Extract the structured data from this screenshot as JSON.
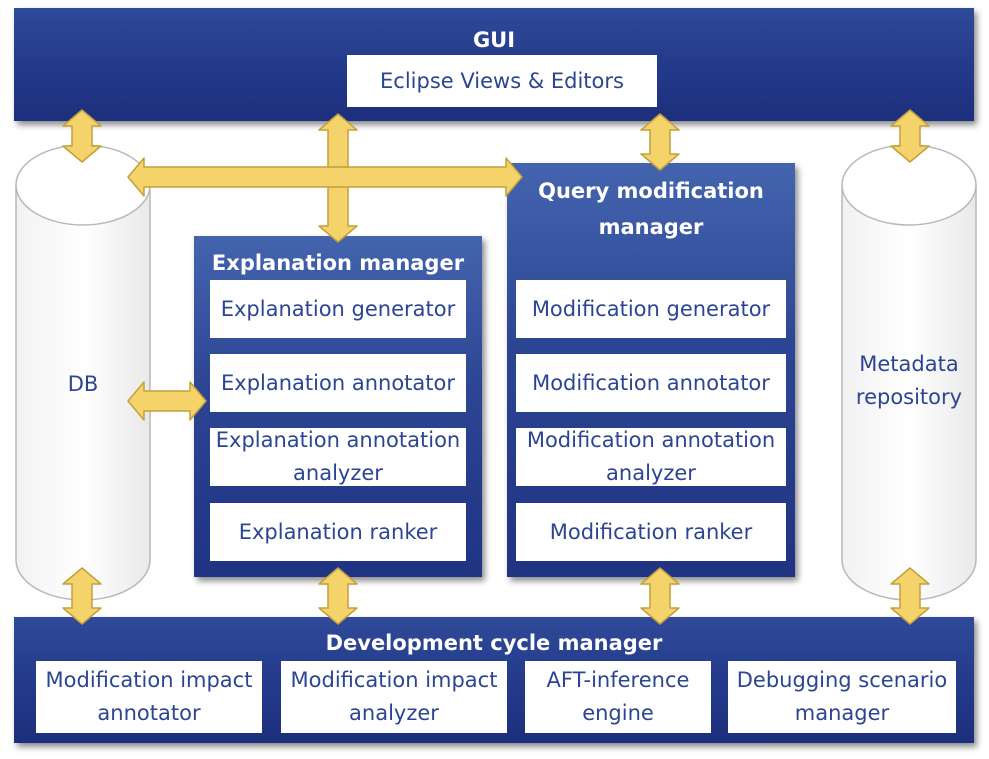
{
  "gui": {
    "title": "GUI",
    "views": "Eclipse Views & Editors"
  },
  "db": {
    "label": "DB"
  },
  "metadata": {
    "label": "Metadata repository"
  },
  "explanation_manager": {
    "title": "Explanation manager",
    "items": [
      "Explanation generator",
      "Explanation annotator",
      "Explanation annotation analyzer",
      "Explanation ranker"
    ]
  },
  "query_modification_manager": {
    "title": "Query modification manager",
    "items": [
      "Modification generator",
      "Modification annotator",
      "Modification annotation analyzer",
      "Modification ranker"
    ]
  },
  "development_cycle_manager": {
    "title": "Development cycle manager",
    "items": [
      "Modification impact annotator",
      "Modification impact analyzer",
      "AFT-inference engine",
      "Debugging scenario manager"
    ]
  },
  "colors": {
    "band": "#23398a",
    "panel": "#2c4593",
    "arrow": "#f3d36a",
    "arrow_stroke": "#c4a03c"
  }
}
